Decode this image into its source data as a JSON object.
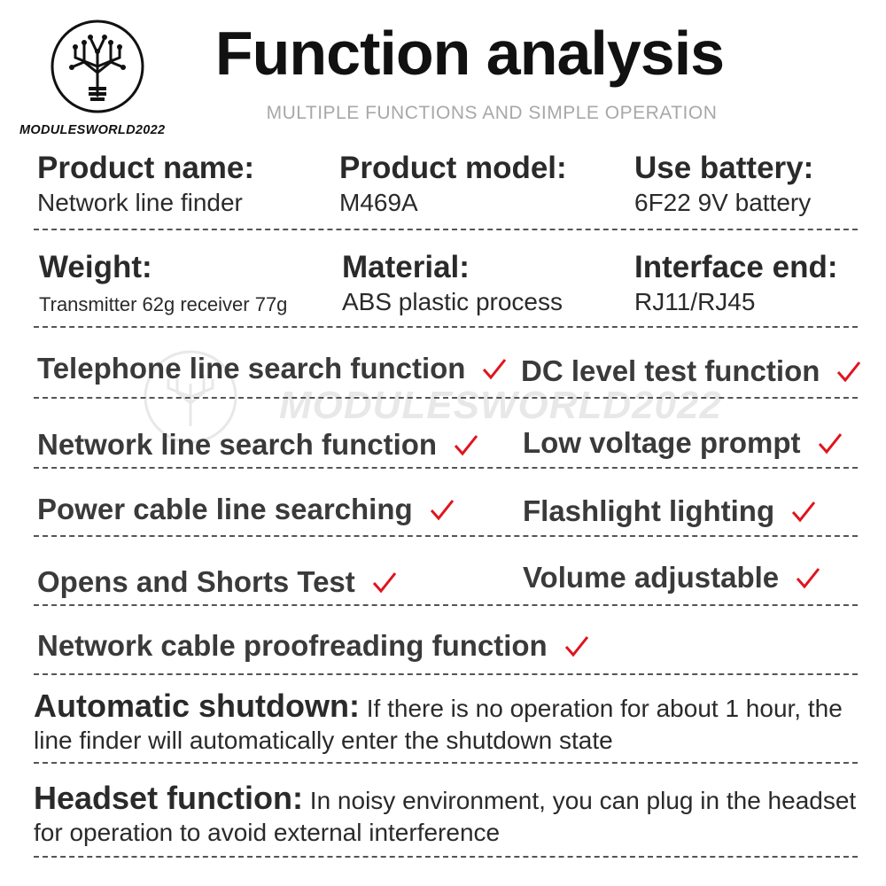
{
  "brand": {
    "name": "MODULESWORLD2022",
    "watermark": "MODULESWORLD2022"
  },
  "header": {
    "title": "Function analysis",
    "subtitle": "MULTIPLE FUNCTIONS AND SIMPLE OPERATION"
  },
  "specs": [
    {
      "label": "Product name:",
      "value": "Network line finder"
    },
    {
      "label": "Product model:",
      "value": "M469A"
    },
    {
      "label": "Use battery:",
      "value": "6F22 9V battery"
    },
    {
      "label": "Weight:",
      "value": "Transmitter 62g receiver 77g"
    },
    {
      "label": "Material:",
      "value": "ABS plastic process"
    },
    {
      "label": "Interface end:",
      "value": "RJ11/RJ45"
    }
  ],
  "features": [
    "Telephone line search function",
    "DC level test function",
    "Network line search function",
    "Low voltage prompt",
    "Power cable line searching",
    "Flashlight lighting",
    "Opens and Shorts Test",
    "Volume adjustable",
    "Network cable proofreading function"
  ],
  "notes": [
    {
      "lead": "Automatic shutdown:",
      "text": " If there is no operation for about 1 hour, the line finder will automatically enter the shutdown state"
    },
    {
      "lead": "Headset function:",
      "text": " In noisy environment, you can plug in the headset for operation to avoid external interference"
    }
  ],
  "colors": {
    "check": "#e0141e",
    "subtitle": "#a8a8a8",
    "text": "#2a2a2a"
  },
  "icons": {
    "logo": "circuit-tree-bulb-icon",
    "check": "checkmark-icon"
  }
}
